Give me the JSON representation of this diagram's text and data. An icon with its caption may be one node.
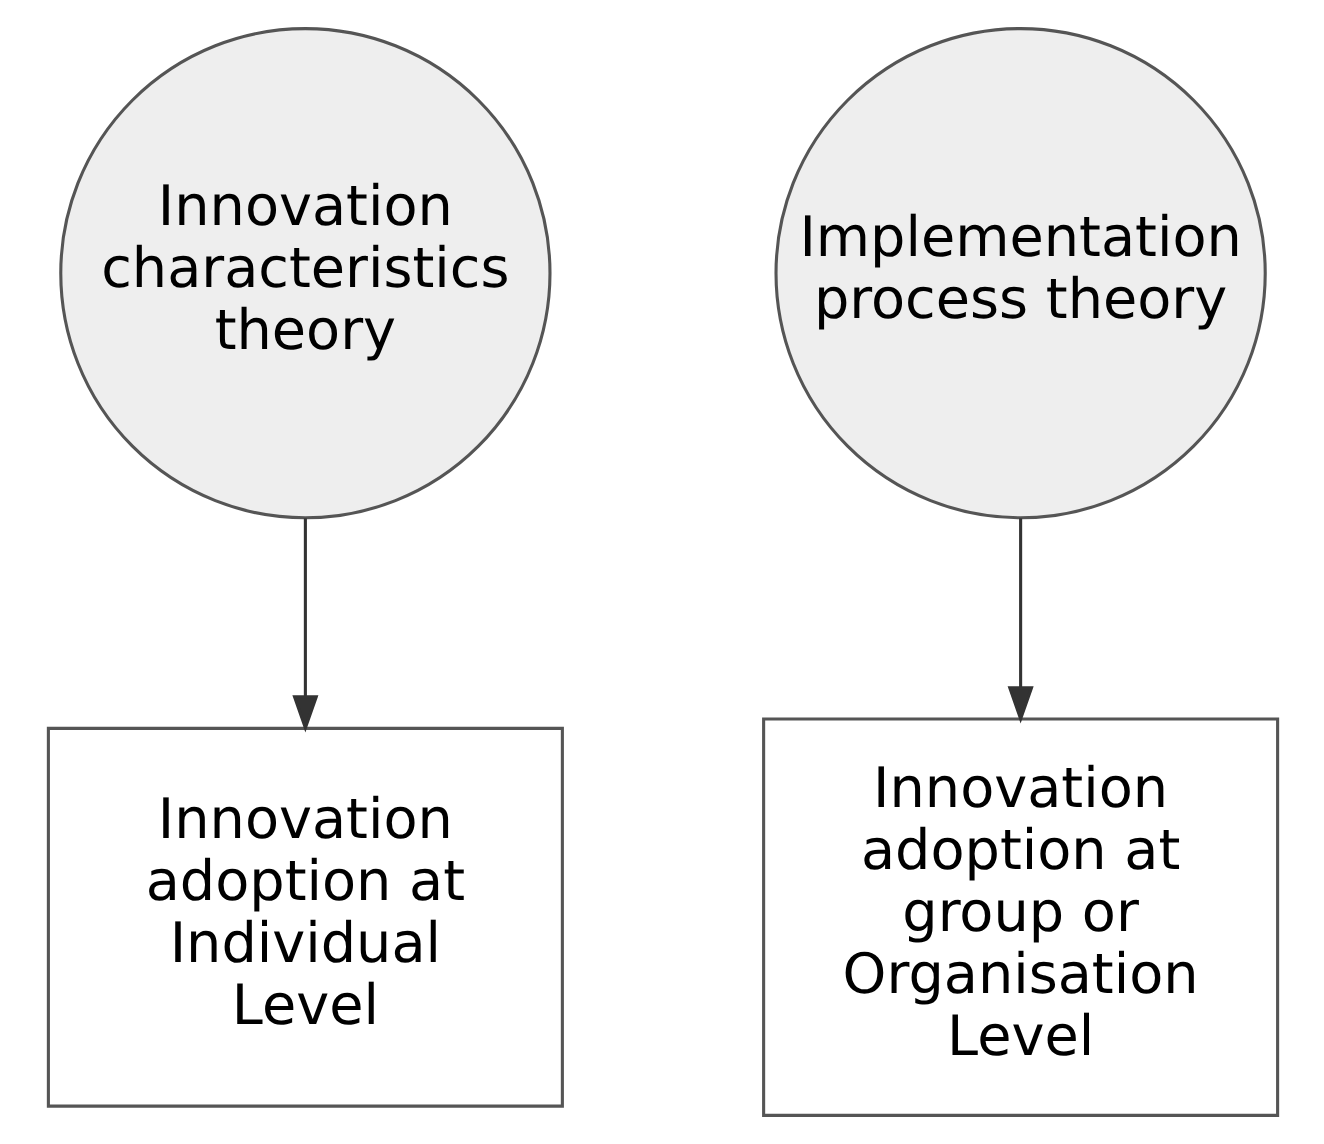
{
  "diagram": {
    "nodes": [
      {
        "text": [
          "Innovation characteristics theory"
        ]
      },
      {
        "text": [
          "Implementation process theory"
        ]
      },
      {
        "text": [
          "Innovation adoption at Individual Level"
        ]
      },
      {
        "text": [
          "Innovation adoption at group or Organisation Level"
        ]
      }
    ],
    "edges": [
      {
        "from": 0,
        "to": 2,
        "arrow": "to"
      },
      {
        "from": 1,
        "to": 3,
        "arrow": "to"
      }
    ]
  }
}
